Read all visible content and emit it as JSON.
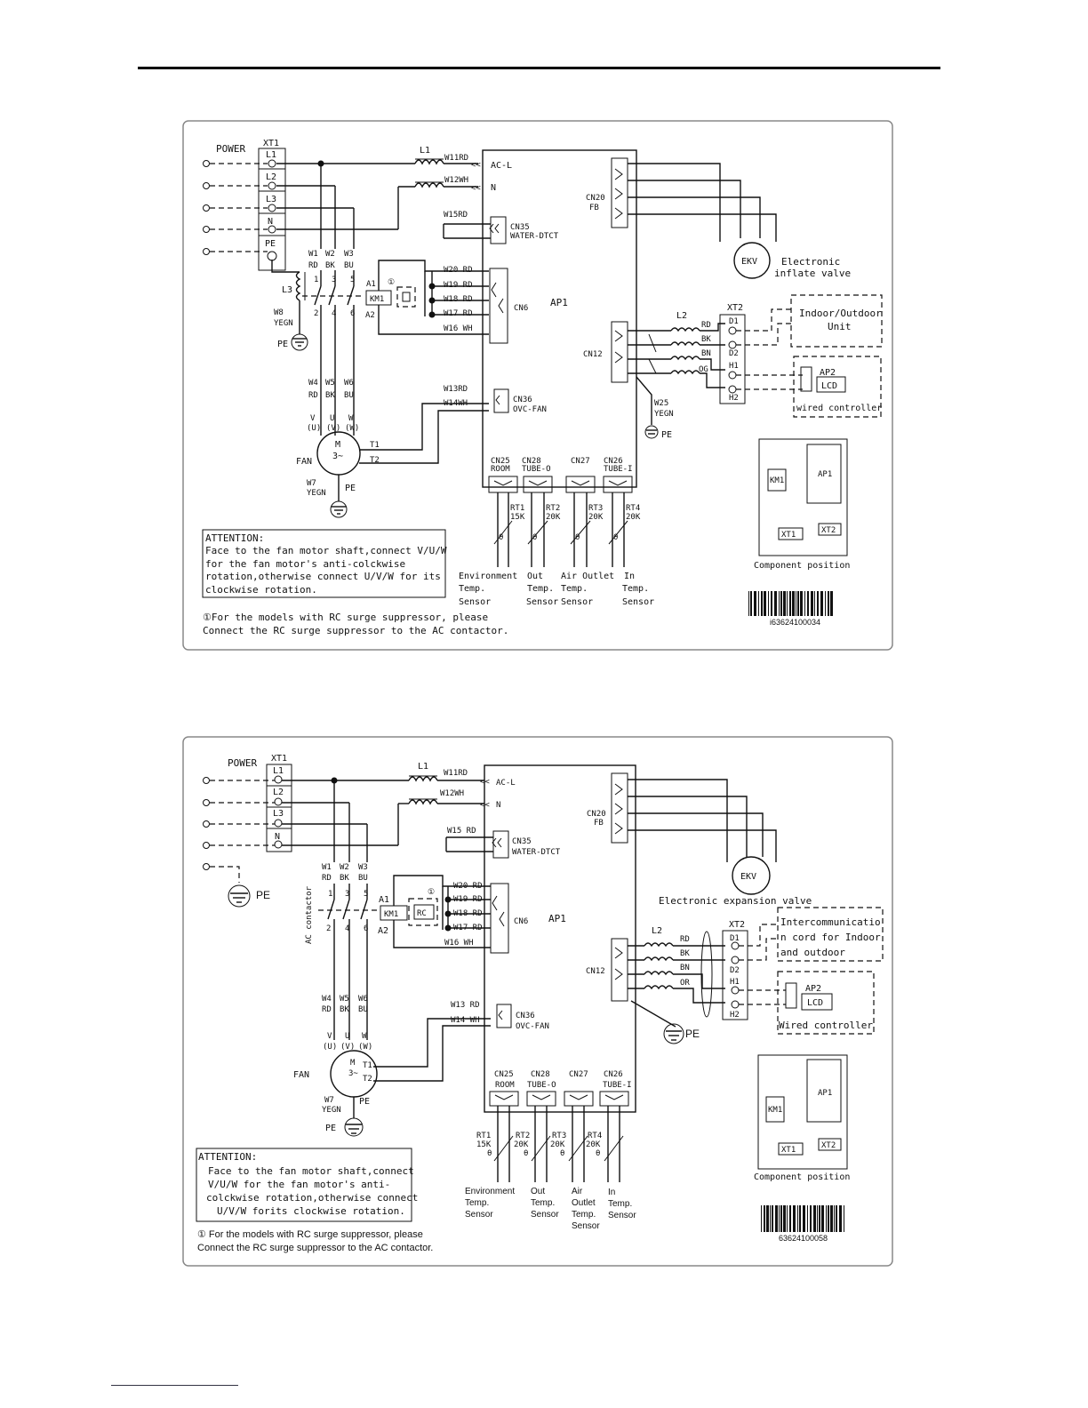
{
  "diagram1": {
    "power_label": "POWER",
    "xt1": {
      "label": "XT1",
      "terms": [
        "L1",
        "L2",
        "L3",
        "N",
        "PE"
      ]
    },
    "l1_inductor": "L1",
    "ac_in": {
      "acl": "AC-L",
      "n": "N",
      "w11": "W11RD",
      "w12": "W12WH"
    },
    "ap1": "AP1",
    "cn20": [
      "CN20",
      "FB"
    ],
    "cn35": [
      "CN35",
      "WATER-DTCT"
    ],
    "w15": "W15RD",
    "cn6": "CN6",
    "cn6_wires": [
      "W20 RD",
      "W19 RD",
      "W18 RD",
      "W17 RD",
      "W16 WH"
    ],
    "cn12": "CN12",
    "cn36": [
      "CN36",
      "OVC-FAN"
    ],
    "w13": "W13RD",
    "w14": "W14WH",
    "phase_wires_top": [
      [
        "W1",
        "RD"
      ],
      [
        "W2",
        "BK"
      ],
      [
        "W3",
        "BU"
      ]
    ],
    "phase_wires_bottom": [
      [
        "W4",
        "RD"
      ],
      [
        "W5",
        "BK"
      ],
      [
        "W6",
        "BU"
      ]
    ],
    "contact_nums_top": [
      "1",
      "3",
      "5"
    ],
    "contact_nums_bottom": [
      "2",
      "4",
      "6"
    ],
    "km1": "KM1",
    "a1": "A1",
    "a2": "A2",
    "rc_note_mark": "①",
    "l3": "L3",
    "w8": [
      "W8",
      "YEGN"
    ],
    "pe": "PE",
    "motor_phases": [
      [
        "V",
        "(U)"
      ],
      [
        "U",
        "(V)"
      ],
      [
        "W",
        "(W)"
      ]
    ],
    "motor": [
      "M",
      "3~"
    ],
    "fan": "FAN",
    "t1": "T1",
    "t2": "T2",
    "w7": [
      "W7",
      "YEGN"
    ],
    "ekv": "EKV",
    "ekv_desc": [
      "Electronic",
      "inflate valve"
    ],
    "xt2": {
      "label": "XT2",
      "terms": [
        "D1",
        "D2",
        "H1",
        "H2"
      ]
    },
    "l2": "L2",
    "cn12_colors": [
      "RD",
      "BK",
      "BN",
      "OG"
    ],
    "w25": [
      "W25",
      "YEGN"
    ],
    "indoor_outdoor": [
      "Indoor/Outdoor",
      "Unit"
    ],
    "ap2": "AP2",
    "lcd": "LCD",
    "wired_controller": "wired controller",
    "sensor_conns": [
      [
        "CN25",
        "ROOM"
      ],
      [
        "CN28",
        "TUBE-O"
      ],
      [
        "CN27",
        ""
      ],
      [
        "CN26",
        "TUBE-I"
      ]
    ],
    "sensors": [
      [
        "RT1",
        "15K"
      ],
      [
        "RT2",
        "20K"
      ],
      [
        "RT3",
        "20K"
      ],
      [
        "RT4",
        "20K"
      ]
    ],
    "theta": "θ",
    "sensor_names": [
      [
        "Environment",
        "Temp.",
        "Sensor"
      ],
      [
        "Out",
        "Temp.",
        "Sensor"
      ],
      [
        "Air Outlet",
        "Temp.",
        "Sensor"
      ],
      [
        "In",
        "Temp.",
        "Sensor"
      ]
    ],
    "comp_pos": {
      "km1": "KM1",
      "ap1": "AP1",
      "xt1": "XT1",
      "xt2": "XT2",
      "caption": "Component position"
    },
    "attention": [
      "ATTENTION:",
      "Face to the fan motor shaft,connect V/U/W",
      "for the fan motor's anti-colckwise",
      "rotation,otherwise connect U/V/W for its",
      "clockwise rotation."
    ],
    "footnote": [
      "①For the models with RC surge suppressor, please",
      "Connect the RC surge suppressor to the AC contactor."
    ],
    "barcode_num": "i63624100034"
  },
  "diagram2": {
    "power_label": "POWER",
    "xt1": {
      "label": "XT1",
      "terms": [
        "L1",
        "L2",
        "L3",
        "N"
      ]
    },
    "l1_inductor": "L1",
    "ac_in": {
      "acl": "AC-L",
      "n": "N",
      "w11": "W11RD",
      "w12": "W12WH"
    },
    "ap1": "AP1",
    "cn20": [
      "CN20",
      "FB"
    ],
    "cn35": [
      "CN35",
      "WATER-DTCT"
    ],
    "w15": "W15 RD",
    "cn6": "CN6",
    "cn6_wires": [
      "W20 RD",
      "W19 RD",
      "W18 RD",
      "W17 RD",
      "W16 WH"
    ],
    "cn12": "CN12",
    "cn36": [
      "CN36",
      "OVC-FAN"
    ],
    "w13": "W13 RD",
    "w14": "W14 WH",
    "phase_wires_top": [
      [
        "W1",
        "RD"
      ],
      [
        "W2",
        "BK"
      ],
      [
        "W3",
        "BU"
      ]
    ],
    "phase_wires_bottom": [
      [
        "W4",
        "RD"
      ],
      [
        "W5",
        "BK"
      ],
      [
        "W6",
        "BU"
      ]
    ],
    "contact_nums_top": [
      "1",
      "3",
      "5"
    ],
    "contact_nums_bottom": [
      "2",
      "4",
      "6"
    ],
    "ac_contactor": "AC contactor",
    "km1": "KM1",
    "rc": "RC",
    "a1": "A1",
    "a2": "A2",
    "rc_note_mark": "①",
    "pe": "PE",
    "motor_phases": [
      [
        "V",
        "(U)"
      ],
      [
        "U",
        "(V)"
      ],
      [
        "W",
        "(W)"
      ]
    ],
    "motor": [
      "M",
      "3~"
    ],
    "fan": "FAN",
    "t1": "T1",
    "t2": "T2",
    "w7": [
      "W7",
      "YEGN"
    ],
    "ekv": "EKV",
    "ekv_desc": "Electronic expansion valve",
    "xt2": {
      "label": "XT2",
      "terms": [
        "D1",
        "D2",
        "H1",
        "H2"
      ]
    },
    "l2": "L2",
    "cn12_colors": [
      "RD",
      "BK",
      "BN",
      "OR"
    ],
    "interconnect": [
      "Intercommunicatio",
      "n cord for Indoor",
      "and outdoor"
    ],
    "ap2": "AP2",
    "lcd": "LCD",
    "wired_controller": "Wired controller",
    "sensor_conns": [
      [
        "CN25",
        "ROOM"
      ],
      [
        "CN28",
        "TUBE-O"
      ],
      [
        "CN27",
        ""
      ],
      [
        "CN26",
        "TUBE-I"
      ]
    ],
    "sensors": [
      [
        "RT1",
        "15K"
      ],
      [
        "RT2",
        "20K"
      ],
      [
        "RT3",
        "20K"
      ],
      [
        "RT4",
        "20K"
      ]
    ],
    "theta": "θ",
    "sensor_names": [
      [
        "Environment",
        "Temp.",
        "Sensor"
      ],
      [
        "Out",
        "Temp.",
        "Sensor"
      ],
      [
        "Air",
        "Outlet",
        "Temp.",
        "Sensor"
      ],
      [
        "In",
        "Temp.",
        "Sensor"
      ]
    ],
    "comp_pos": {
      "km1": "KM1",
      "ap1": "AP1",
      "xt1": "XT1",
      "xt2": "XT2",
      "caption": "Component position"
    },
    "attention": [
      "ATTENTION:",
      "Face to the fan motor shaft,connect",
      "V/U/W for the fan motor's anti-",
      "colckwise rotation,otherwise connect",
      "U/V/W forits clockwise rotation."
    ],
    "footnote": [
      "① For the models with RC surge suppressor, please",
      "Connect the RC surge suppressor to the AC contactor."
    ],
    "barcode_num": "63624100058"
  }
}
